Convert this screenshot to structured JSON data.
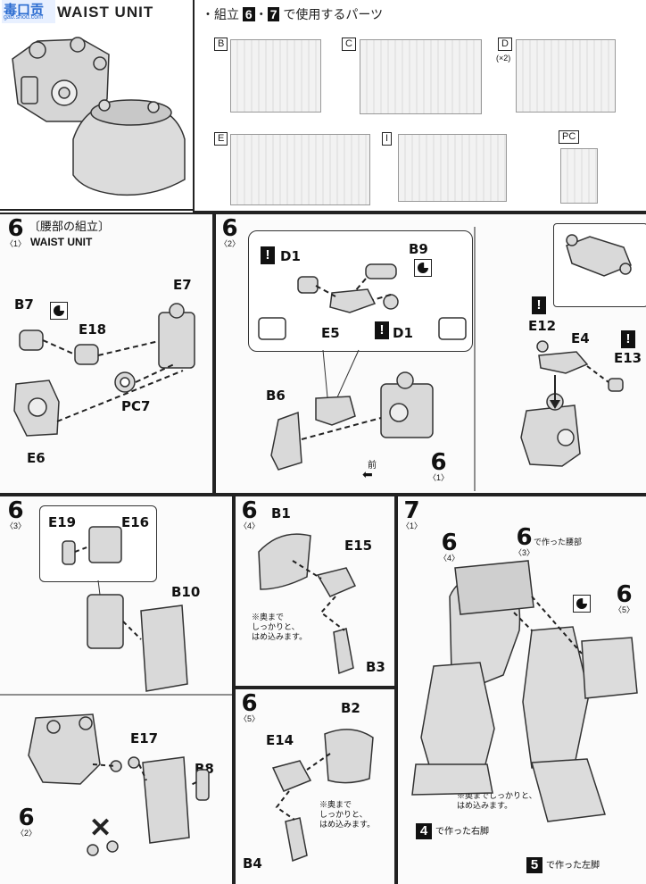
{
  "header": {
    "logo_text": "毒口贡",
    "logo_url": "gao.shou.com",
    "unit_title": "WAIST UNIT"
  },
  "parts_used": {
    "heading": "・組立 6・7 で使用するパーツ",
    "heading_pre": "・組立",
    "step_a": "6",
    "step_b": "7",
    "heading_post": "で使用するパーツ",
    "runners": [
      "B",
      "C",
      "D",
      "E",
      "I",
      "PC"
    ],
    "d_note": "(×2)"
  },
  "steps": {
    "s6_1": {
      "num": "6",
      "sub": "〈1〉",
      "title_jp": "〔腰部の組立〕",
      "title_en": "WAIST UNIT",
      "labels": [
        "B7",
        "E18",
        "E7",
        "PC7",
        "E6"
      ]
    },
    "s6_2": {
      "num": "6",
      "sub": "〈2〉",
      "labels": [
        "D1",
        "B9",
        "E5",
        "D1",
        "B6",
        "E12",
        "E4",
        "E13"
      ],
      "front": "前",
      "ref_num": "6",
      "ref_sub": "〈1〉"
    },
    "s6_3": {
      "num": "6",
      "sub": "〈3〉",
      "labels": [
        "E19",
        "E16",
        "B10",
        "E17",
        "B8"
      ],
      "ref_num": "6",
      "ref_sub": "〈2〉",
      "x_mark": "✕"
    },
    "s6_4": {
      "num": "6",
      "sub": "〈4〉",
      "labels": [
        "B1",
        "E15",
        "B3"
      ],
      "note": [
        "※奥まで",
        "しっかりと、",
        "はめ込みます。"
      ]
    },
    "s6_5": {
      "num": "6",
      "sub": "〈5〉",
      "labels": [
        "B2",
        "E14",
        "B4"
      ],
      "note": [
        "※奥まで",
        "しっかりと、",
        "はめ込みます。"
      ]
    },
    "s7_1": {
      "num": "7",
      "sub": "〈1〉",
      "ref1_num": "6",
      "ref1_sub": "〈4〉",
      "ref2_num": "6",
      "ref2_sub": "〈3〉",
      "ref2_text": "で作った腰部",
      "ref3_num": "6",
      "ref3_sub": "〈5〉",
      "note": [
        "※奥までしっかりと、",
        "はめ込みます。"
      ],
      "right_leg_num": "4",
      "right_leg_text": "で作った右脚",
      "left_leg_num": "5",
      "left_leg_text": "で作った左脚"
    }
  }
}
